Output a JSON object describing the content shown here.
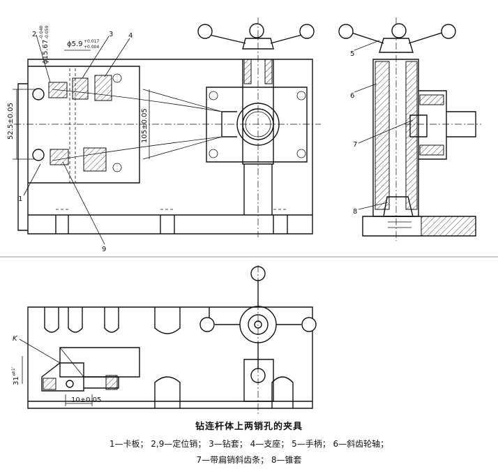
{
  "figure": {
    "title": "钻连杆体上两销孔的夹具",
    "legend_line1": "1—卡板； 2,9—定位销； 3—钻套； 4—支座； 5—手柄； 6—斜齿轮轴；",
    "legend_line2": "7—带扁销斜齿条； 8—锥套"
  },
  "part_numbers": {
    "n1": "1",
    "n2": "2",
    "n3": "3",
    "n4": "4",
    "n5": "5",
    "n6": "6",
    "n7": "7",
    "n8": "8",
    "n9": "9"
  },
  "dimensions": {
    "pin_dia": "ϕ15.67",
    "pin_dia_tol_upper": "-0.040",
    "pin_dia_tol_lower": "-0.059",
    "bush_dia": "ϕ5.9",
    "bush_dia_tol_upper": "+0.017",
    "bush_dia_tol_lower": "+0.004",
    "height_52": "52.5±0.05",
    "height_105": "105±0.05",
    "offset_10": "10±0.05",
    "angle_31": "31°",
    "angle_31_tol": "±1'",
    "section_k": "K"
  }
}
